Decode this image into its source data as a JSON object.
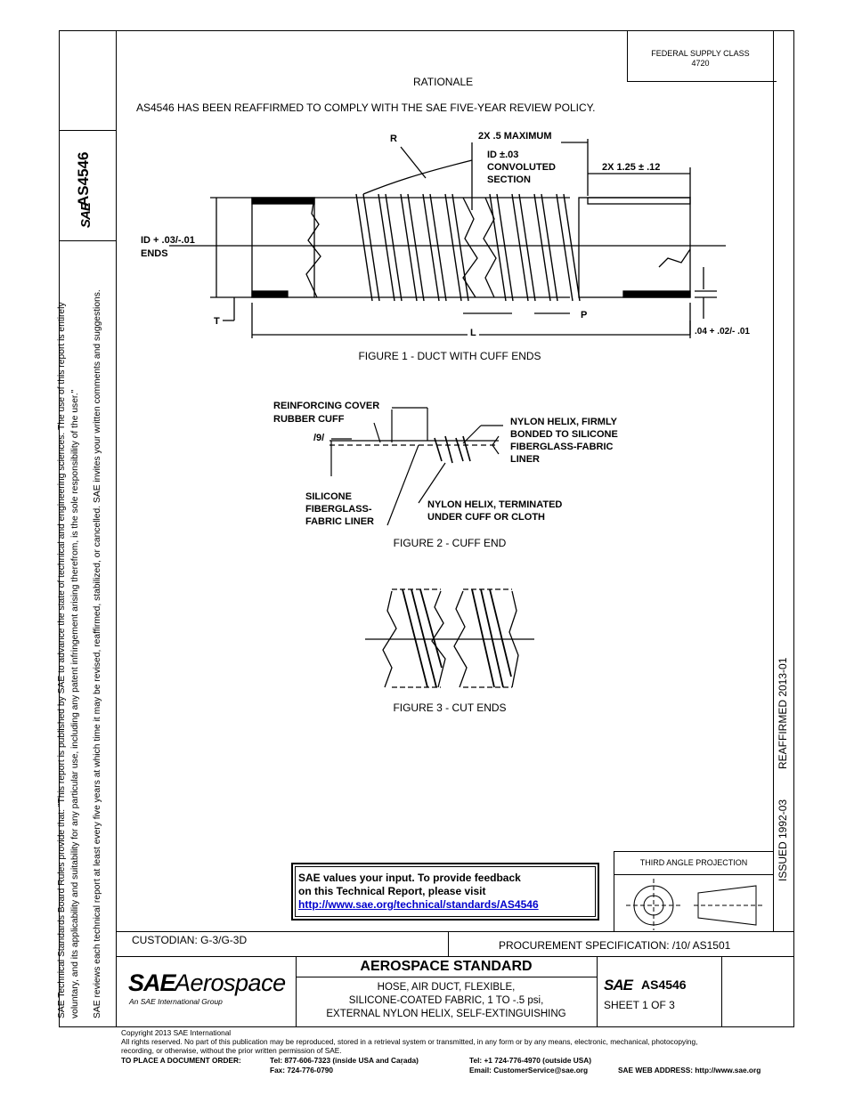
{
  "header": {
    "federal_supply_class_label": "FEDERAL SUPPLY CLASS",
    "federal_supply_class_value": "4720",
    "section_title": "RATIONALE",
    "rationale_text": "AS4546 HAS BEEN REAFFIRMED TO COMPLY WITH THE SAE FIVE-YEAR REVIEW POLICY."
  },
  "side": {
    "doc_number_vertical": "AS4546",
    "logo_mark": "SAE",
    "left_notice_line1": "SAE Technical Standards Board Rules provide that: \"This report is published by SAE to advance the state of technical and engineering sciences. The use of this report is entirely",
    "left_notice_line2": "voluntary, and its applicability and suitability for any particular use, including any patent infringement arising therefrom, is the sole responsibility of the user.\"",
    "left_notice_line3": "SAE reviews each technical report at least every five years at which time it may be revised, reaffirmed, stabilized, or cancelled. SAE invites your written comments and suggestions.",
    "issued": "ISSUED 1992-03",
    "reaffirmed": "REAFFIRMED 2013-01"
  },
  "figures": [
    {
      "caption": "FIGURE 1 - DUCT WITH CUFF ENDS",
      "labels": {
        "r": "R",
        "max": "2X .5 MAXIMUM",
        "id_tol": "ID ±.03",
        "convoluted": "CONVOLUTED",
        "section": "SECTION",
        "cuff_len": "2X 1.25 ± .12",
        "id_ends_1": "ID + .03/-.01",
        "id_ends_2": "ENDS",
        "t": "T",
        "p": "P",
        "l": "L",
        "ends_tol": ".04 + .02/- .01"
      }
    },
    {
      "caption": "FIGURE 2 - CUFF END",
      "labels": {
        "reinforcing": "REINFORCING COVER",
        "rubber_cuff": "RUBBER CUFF",
        "nine": "/9/",
        "nylon_firm_1": "NYLON HELIX, FIRMLY",
        "nylon_firm_2": "BONDED TO SILICONE",
        "nylon_firm_3": "FIBERGLASS-FABRIC",
        "nylon_firm_4": "LINER",
        "silicone_1": "SILICONE",
        "silicone_2": "FIBERGLASS-",
        "silicone_3": "FABRIC LINER",
        "nylon_term_1": "NYLON HELIX, TERMINATED",
        "nylon_term_2": "UNDER CUFF OR CLOTH"
      }
    },
    {
      "caption": "FIGURE 3 - CUT ENDS",
      "labels": {}
    }
  ],
  "feedback": {
    "line1": "SAE values your input. To provide feedback",
    "line2": "on this Technical Report, please visit",
    "link": "http://www.sae.org/technical/standards/AS4546"
  },
  "projection": {
    "label": "THIRD ANGLE PROJECTION"
  },
  "title_block": {
    "custodian": "CUSTODIAN: G-3/G-3D",
    "procurement": "PROCUREMENT SPECIFICATION: /10/ AS1501",
    "brand_mark": "SAE",
    "brand_word": "Aerospace",
    "brand_sub": "An SAE International Group",
    "standard_type": "AEROSPACE STANDARD",
    "title_line1": "HOSE, AIR DUCT, FLEXIBLE,",
    "title_line2": "SILICONE-COATED FABRIC, 1 TO -.5 psi,",
    "title_line3": "EXTERNAL NYLON HELIX, SELF-EXTINGUISHING",
    "doc_logo": "SAE",
    "doc_number": "AS4546",
    "sheet": "SHEET 1 OF 3"
  },
  "footer": {
    "copyright": "Copyright 2013 SAE International",
    "rights1": "All rights reserved. No part of this publication may be reproduced, stored in a retrieval system or transmitted, in any form or by any means, electronic, mechanical, photocopying,",
    "rights2": "recording, or otherwise, without the prior written permission of SAE.",
    "order_label": "TO PLACE A DOCUMENT ORDER:",
    "tel_usa": "Tel: 877-606-7323 (inside USA and Caṛada)",
    "fax": "Fax: 724-776-0790",
    "tel_outside": "Tel: +1 724-776-4970 (outside USA)",
    "email": "Email: CustomerService@sae.org",
    "web": "SAE WEB ADDRESS: http://www.sae.org"
  }
}
